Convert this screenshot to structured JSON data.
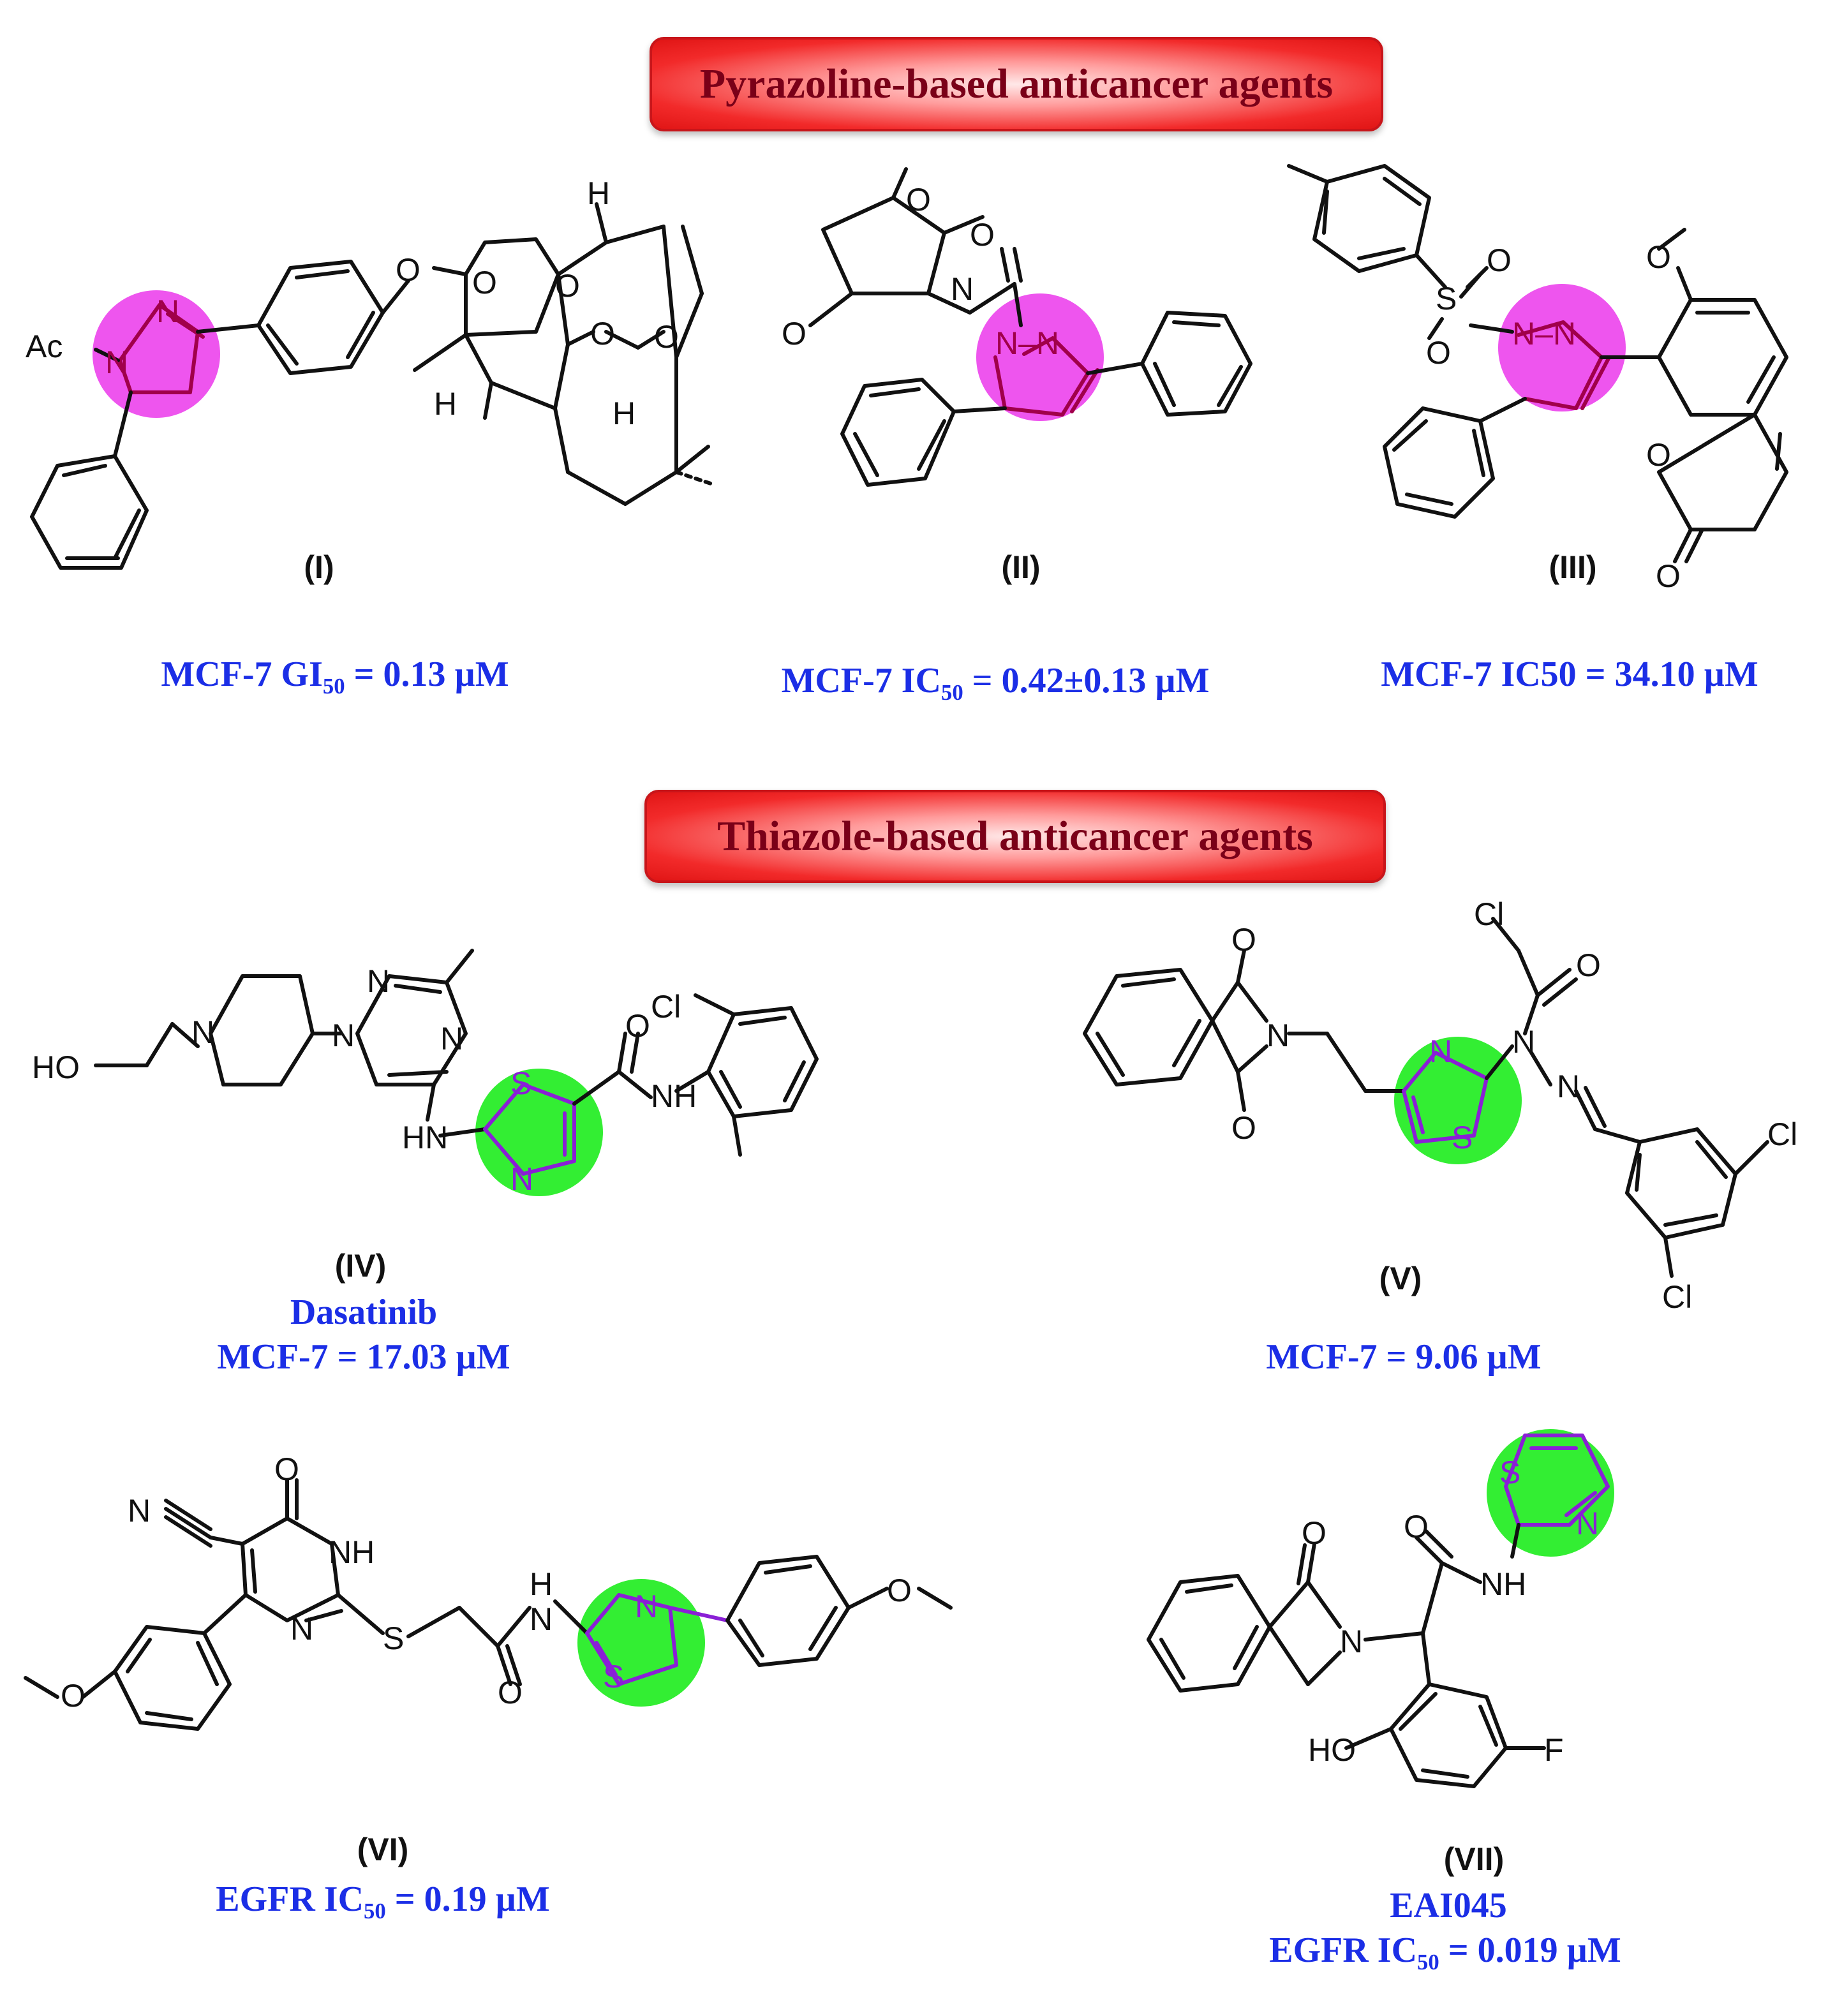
{
  "banners": {
    "pyrazoline": "Pyrazoline-based anticancer agents",
    "thiazole": "Thiazole-based anticancer agents"
  },
  "compounds": [
    {
      "id": "(I)",
      "activity_prefix": "MCF-7 GI",
      "activity_sub": "50",
      "activity_suffix": " = 0.13  µM"
    },
    {
      "id": "(II)",
      "activity_prefix": "MCF-7 IC",
      "activity_sub": "50",
      "activity_suffix": " = 0.42±0.13 µM"
    },
    {
      "id": "(III)",
      "activity_prefix": "MCF-7 IC50 = 34.10 µM",
      "activity_sub": "",
      "activity_suffix": ""
    },
    {
      "id": "(IV)",
      "name": "Dasatinib",
      "activity_prefix": "MCF-7 = 17.03 µM",
      "activity_sub": "",
      "activity_suffix": ""
    },
    {
      "id": "(V)",
      "activity_prefix": "MCF-7 = 9.06 µM",
      "activity_sub": "",
      "activity_suffix": ""
    },
    {
      "id": "(VI)",
      "activity_prefix": "EGFR IC",
      "activity_sub": "50",
      "activity_suffix": " = 0.19 µM"
    },
    {
      "id": "(VII)",
      "name": "EAI045",
      "activity_prefix": "EGFR IC",
      "activity_sub": "50",
      "activity_suffix": " = 0.019 µM"
    }
  ],
  "atoms": {
    "ac": "Ac",
    "n": "N",
    "o": "O",
    "h": "H",
    "s": "S",
    "cl": "Cl",
    "f": "F",
    "ho": "HO",
    "hn": "HN",
    "nh": "NH",
    "n_dash_n": "N–N"
  },
  "colors": {
    "pyrazoline_ring": "#ee55ee",
    "thiazole_ring": "#33ee33",
    "ring_atoms": "#8a1fd6",
    "pyrazoline_atoms": "#a0004a",
    "label_text": "#1b2ee6",
    "banner_text": "#7a0018",
    "banner_fill": "#f22a2a"
  }
}
